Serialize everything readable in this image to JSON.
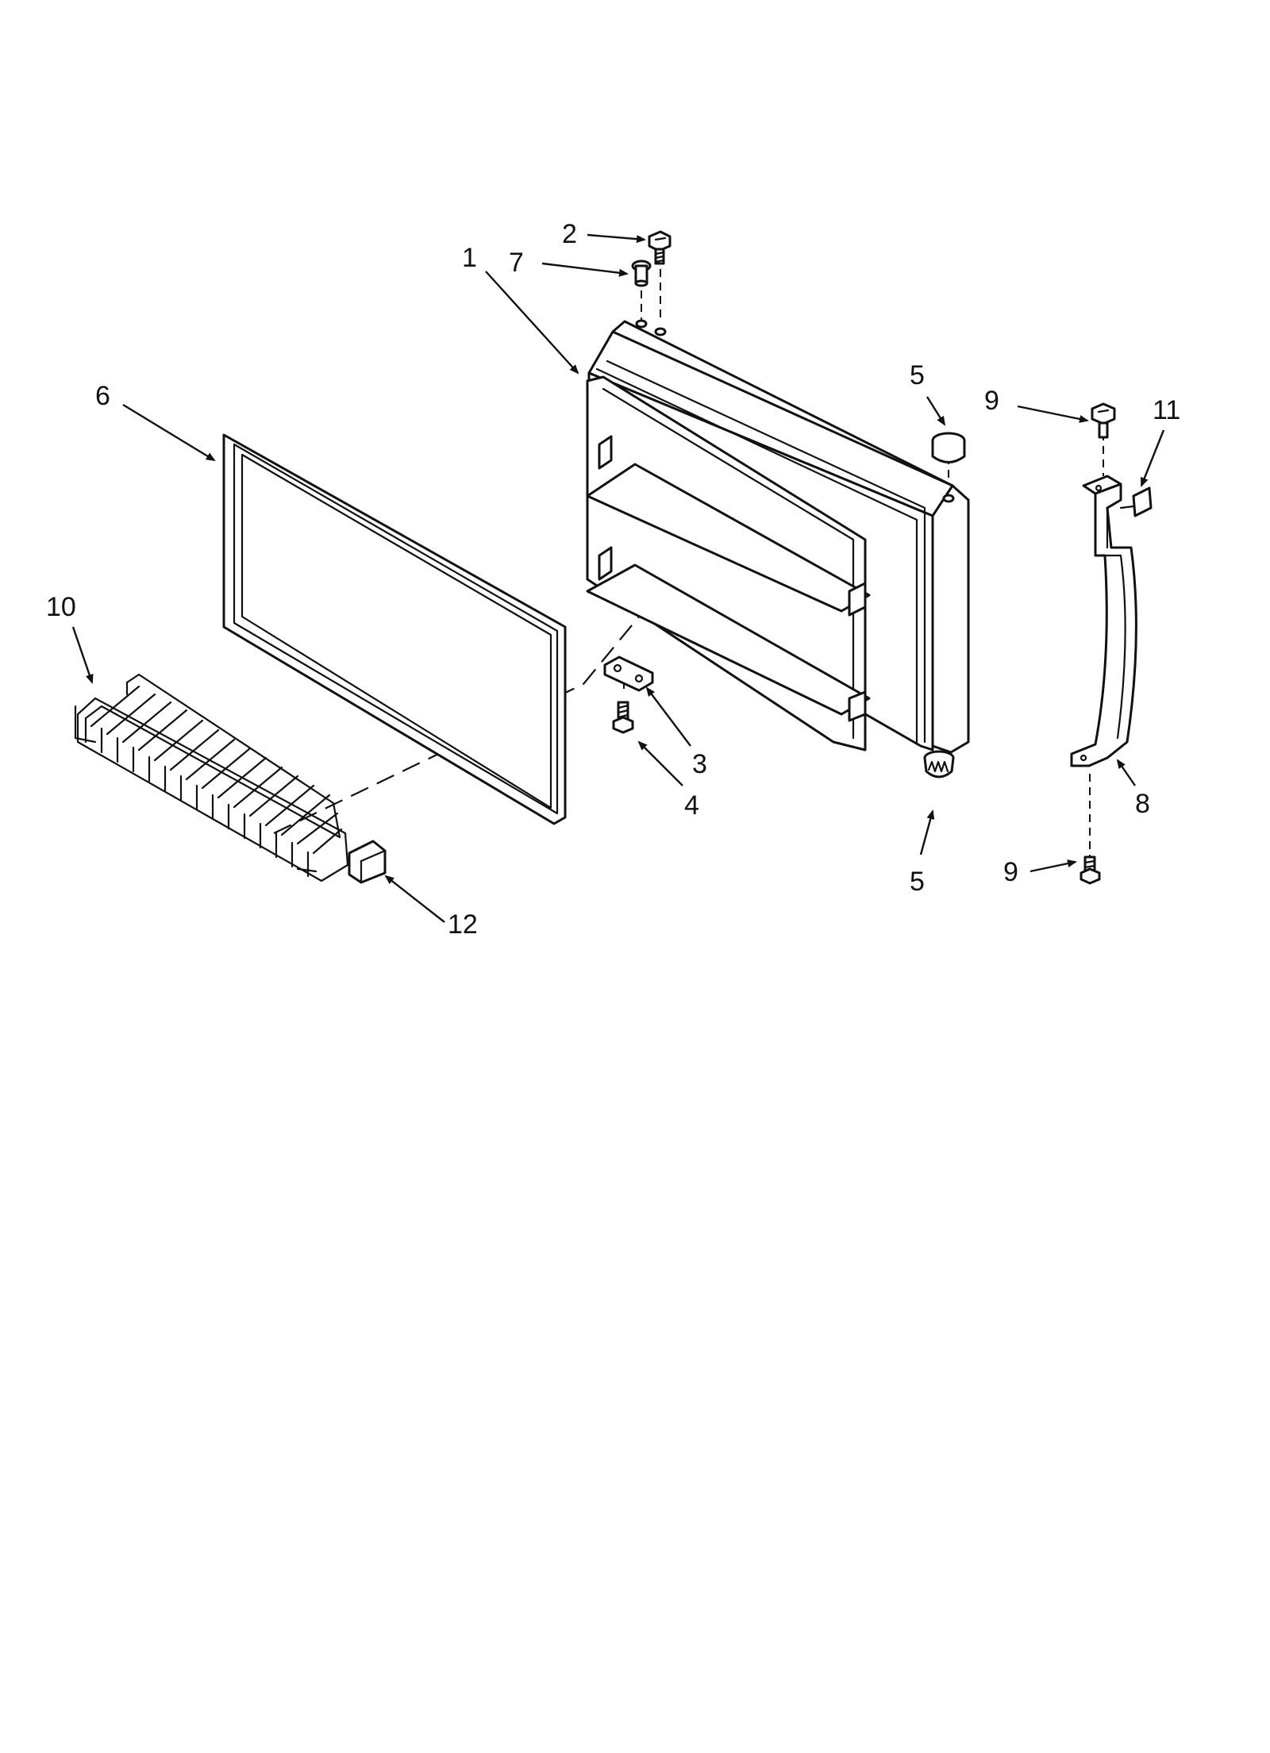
{
  "callouts": {
    "part_1": "1",
    "part_2": "2",
    "part_3": "3",
    "part_4": "4",
    "part_5_top": "5",
    "part_5_bottom": "5",
    "part_6": "6",
    "part_7": "7",
    "part_8": "8",
    "part_9_top": "9",
    "part_9_bottom": "9",
    "part_10": "10",
    "part_11": "11",
    "part_12": "12"
  }
}
